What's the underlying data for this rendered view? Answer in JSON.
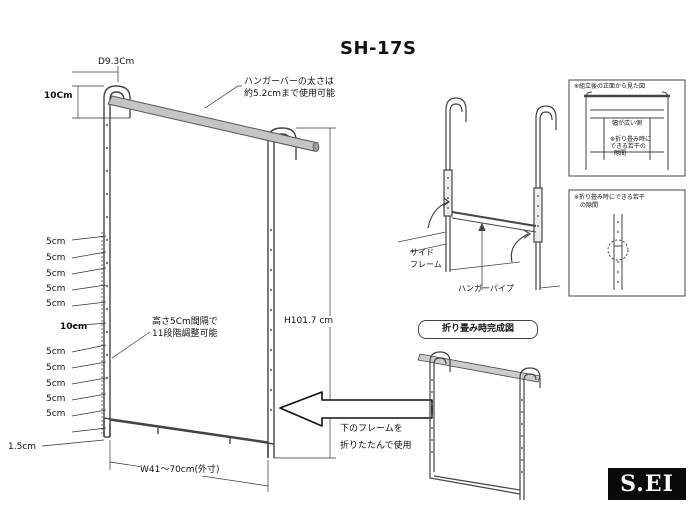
{
  "title": "SH-17S",
  "main": {
    "depth_label": "D9.3Cm",
    "hook_height_label": "10Cm",
    "bar_note": [
      "ハンガーバーの太さは",
      "約5.2cmまで使用可能"
    ],
    "height_label": "H101.7 cm",
    "step_labels_upper": [
      "5cm",
      "5cm",
      "5cm",
      "5cm",
      "5cm"
    ],
    "step_label_mid": "10cm",
    "step_labels_lower": [
      "5cm",
      "5cm",
      "5cm",
      "5cm",
      "5cm"
    ],
    "bottom_label": "1.5cm",
    "adjust_note": [
      "高さ5Cm間隔で",
      "11段階調整可能"
    ],
    "width_label": "W41～70cm(外寸)",
    "fold_note": [
      "下のフレームを",
      "折りたたんで使用"
    ]
  },
  "side_view": {
    "side_frame_label": [
      "サイド",
      "フレーム"
    ],
    "pipe_label": "ハンガーパイプ"
  },
  "inset_front": {
    "title": "※組立後の正面から見た図",
    "wide_label": "幅が広い側",
    "gap_note": [
      "※折り畳み時に",
      "できる若干の",
      "隙間"
    ]
  },
  "inset_gap": {
    "title": [
      "※折り畳み時にできる若干",
      "の隙間"
    ]
  },
  "folded": {
    "title": "折り畳み時完成図"
  },
  "logo": "S.EI",
  "colors": {
    "frame": "#444444",
    "bar": "#bbbbbb",
    "logo_bg": "#0a0a0a"
  }
}
